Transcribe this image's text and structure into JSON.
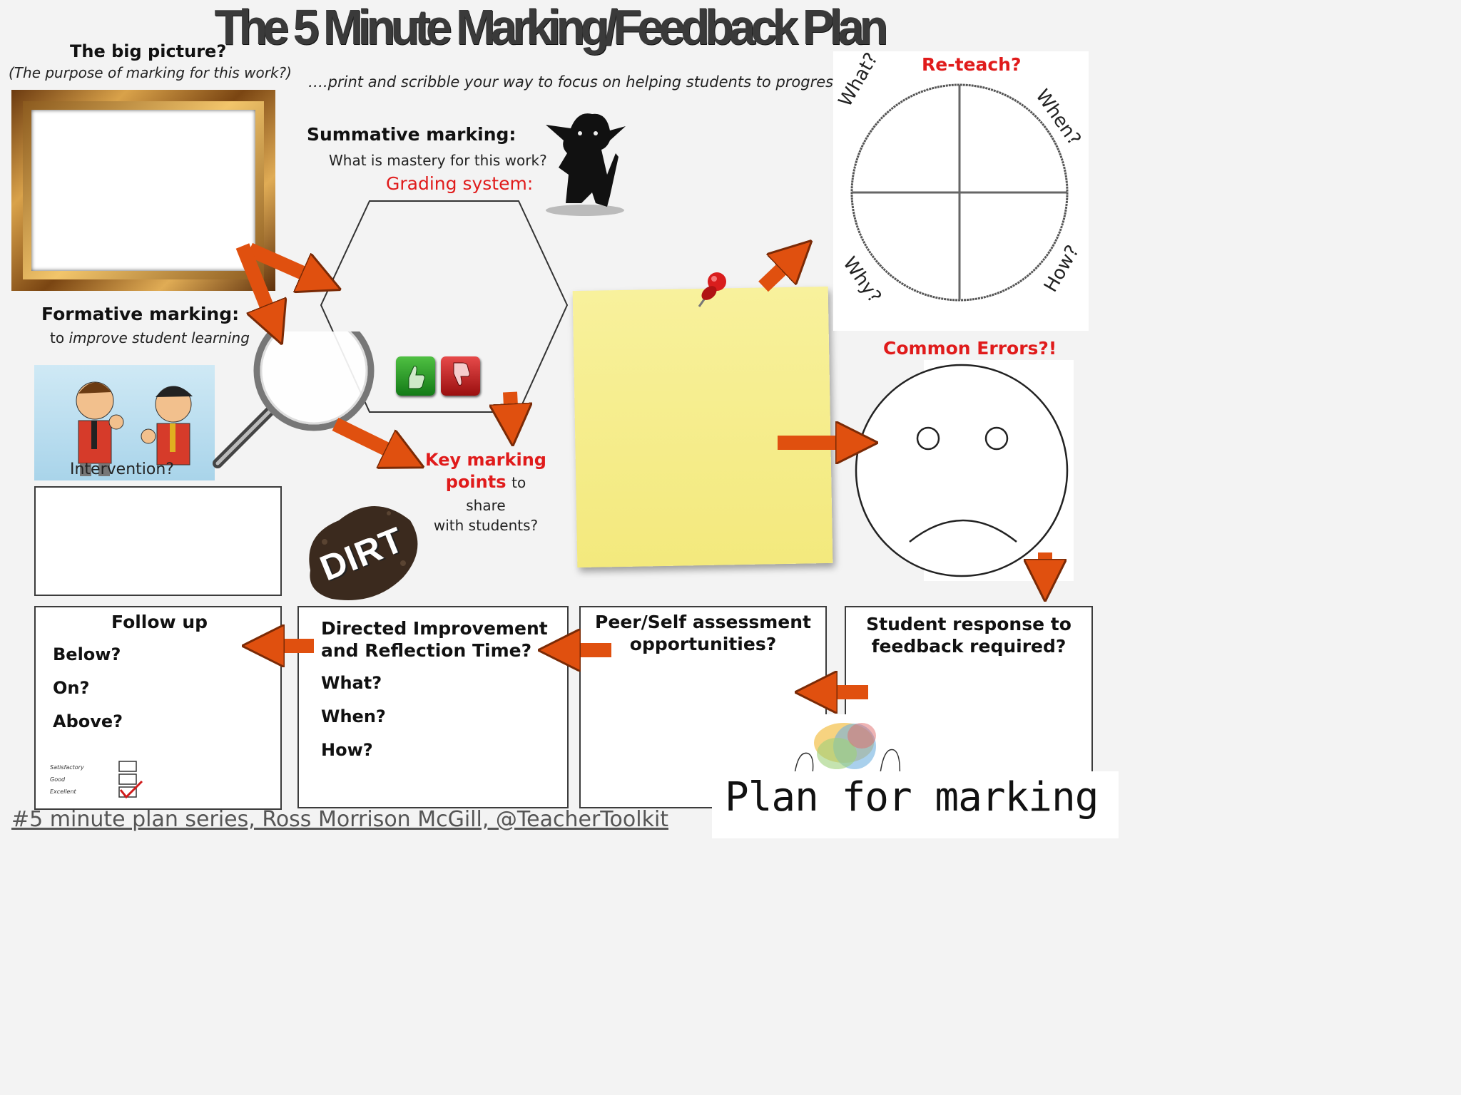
{
  "title": "The 5 Minute Marking/Feedback Plan",
  "subtitle": "….print and scribble your way to focus on helping students to progress!",
  "big_picture": {
    "heading": "The big picture?",
    "subheading": "(The purpose of marking for this work?)"
  },
  "summative": {
    "heading": "Summative marking:",
    "question": "What is mastery for this work?",
    "grading": "Grading system:"
  },
  "formative": {
    "heading": "Formative marking:",
    "line_prefix": "to",
    "line_italic": "improve student learning"
  },
  "intervention": "Intervention?",
  "key_points": {
    "red": "Key marking",
    "red2": "points",
    "rest": "to share",
    "line3": "with students?"
  },
  "dirt_logo": "DIRT",
  "reteach": {
    "heading": "Re-teach?",
    "what": "What?",
    "when": "When?",
    "why": "Why?",
    "how": "How?"
  },
  "common_errors": "Common Errors?!",
  "follow_up": {
    "heading": "Follow up",
    "items": [
      "Below?",
      "On?",
      "Above?"
    ],
    "checklist": [
      "Satisfactory",
      "Good",
      "Excellent"
    ]
  },
  "directed": {
    "heading_line1": "Directed Improvement",
    "heading_line2": "and Reflection Time?",
    "items": [
      "What?",
      "When?",
      "How?"
    ]
  },
  "peer": {
    "line1": "Peer/Self assessment",
    "line2": "opportunities?"
  },
  "student_response": {
    "line1": "Student response to",
    "line2": "feedback required?"
  },
  "footer": "#5 minute plan series, Ross Morrison McGill, @TeacherToolkit",
  "plan_label": "Plan for marking",
  "colors": {
    "arrow": "#e0500f",
    "accent_red": "#e01b1b",
    "sticky": "#f7ee8e"
  }
}
